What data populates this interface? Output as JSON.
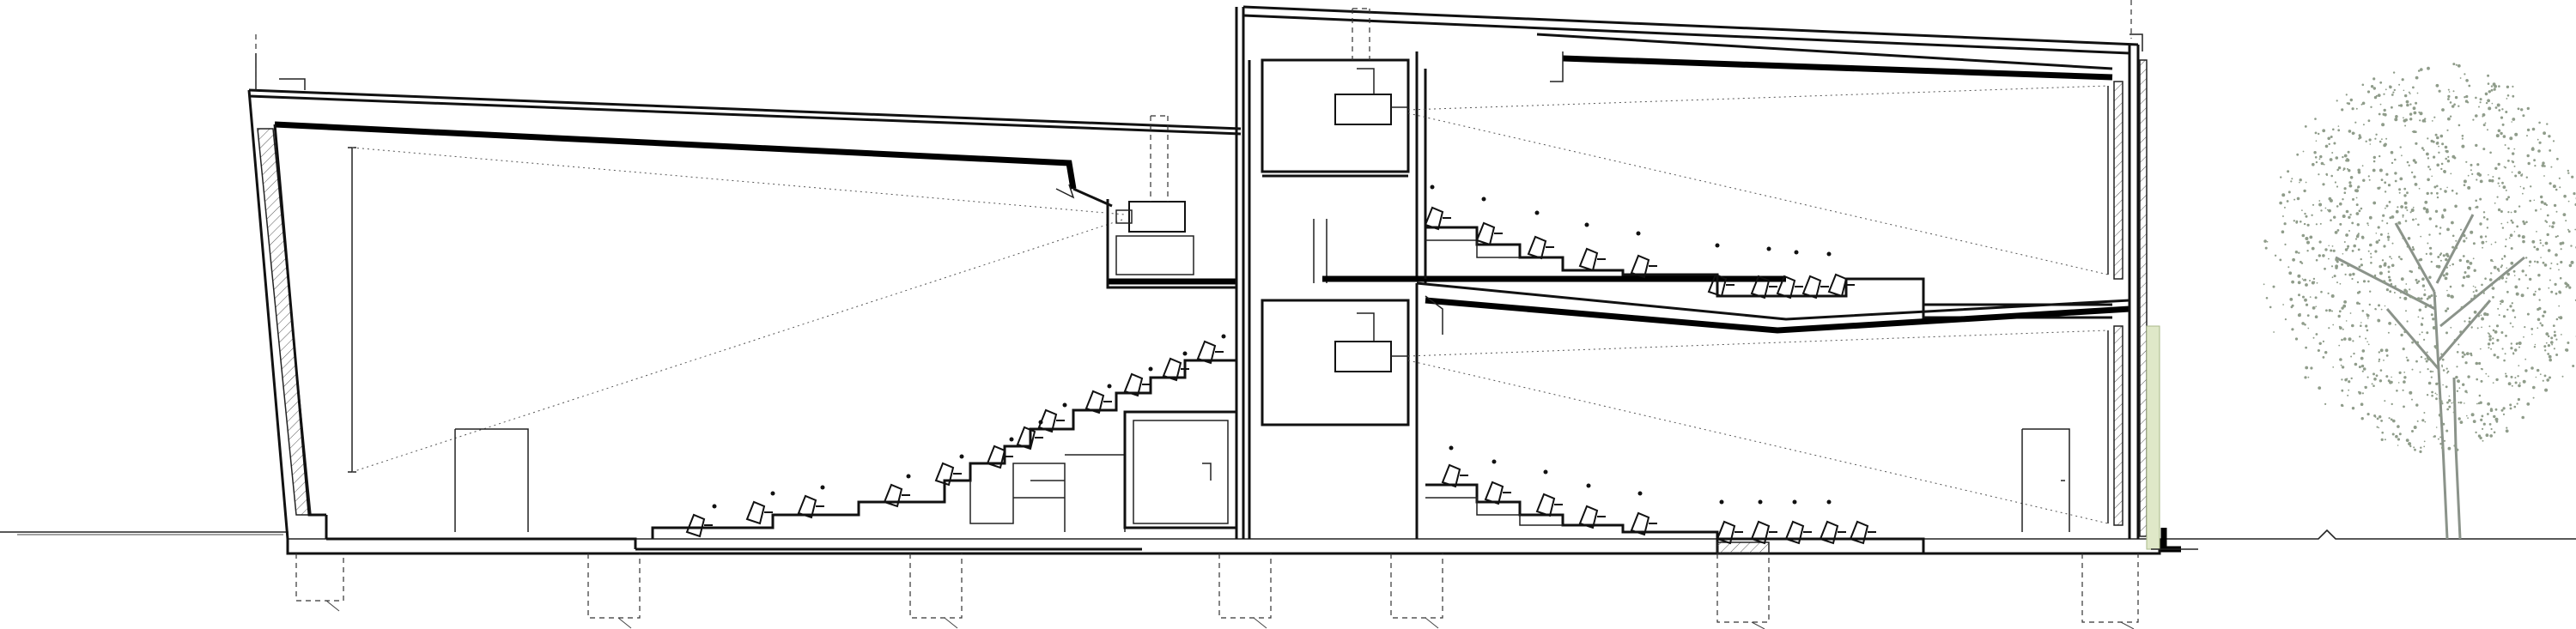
{
  "drawing": {
    "kind": "architectural-section",
    "colors": {
      "line": "#111111",
      "background": "#ffffff",
      "tree": "#8f9c8a",
      "planting": "#dfe8c8"
    },
    "halls": [
      {
        "id": "hall-left",
        "seat_rows": 12
      },
      {
        "id": "hall-upper-right",
        "seat_rows": 10
      },
      {
        "id": "hall-lower-right",
        "seat_rows": 10
      }
    ]
  }
}
